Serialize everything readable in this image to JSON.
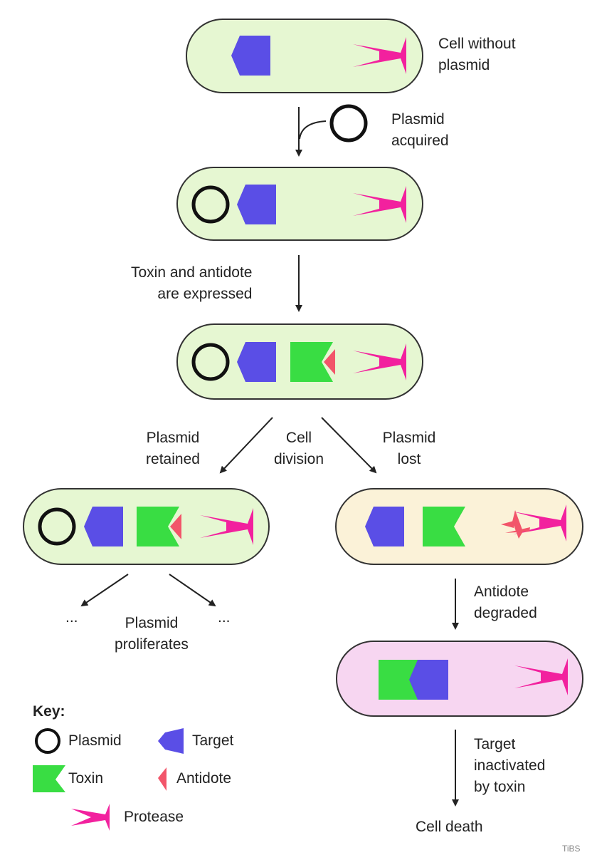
{
  "colors": {
    "cell_green": "#e6f7d2",
    "cell_cream": "#fbf2d8",
    "cell_pink": "#f7d6f1",
    "target": "#5a4ee6",
    "toxin": "#39dd43",
    "antidote": "#f2556a",
    "protease": "#f2219e",
    "plasmid": "#111111"
  },
  "labels": {
    "cell_without_plasmid": [
      "Cell without",
      "plasmid"
    ],
    "plasmid_acquired": [
      "Plasmid",
      "acquired"
    ],
    "expressed": [
      "Toxin and antidote",
      "are expressed"
    ],
    "plasmid_retained": [
      "Plasmid",
      "retained"
    ],
    "cell_division": [
      "Cell",
      "division"
    ],
    "plasmid_lost": [
      "Plasmid",
      "lost"
    ],
    "ellipsis_left": "...",
    "ellipsis_right": "...",
    "plasmid_proliferates": [
      "Plasmid",
      "proliferates"
    ],
    "antidote_degraded": [
      "Antidote",
      "degraded"
    ],
    "target_inactivated": [
      "Target",
      "inactivated",
      "by toxin"
    ],
    "cell_death": "Cell death",
    "corner_mark": "TiBS"
  },
  "key": {
    "title": "Key:",
    "items": {
      "plasmid": "Plasmid",
      "target": "Target",
      "toxin": "Toxin",
      "antidote": "Antidote",
      "protease": "Protease"
    }
  }
}
